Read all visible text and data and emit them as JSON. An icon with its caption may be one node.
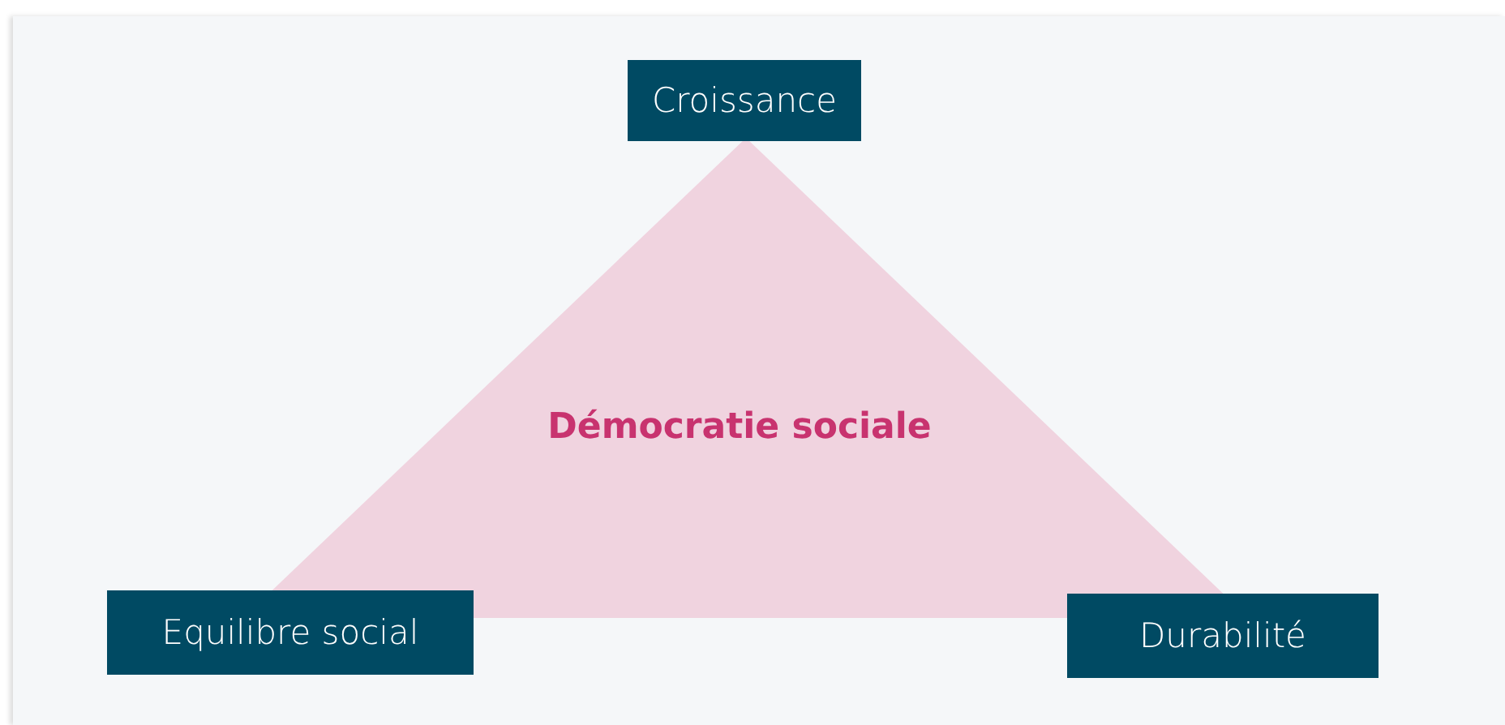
{
  "diagram": {
    "nodes": [
      {
        "text": [
          "Croissance"
        ]
      },
      {
        "text": [
          "Démocratie sociale"
        ]
      },
      {
        "text": [
          "Equilibre social"
        ]
      },
      {
        "text": [
          "Durabilité"
        ]
      }
    ],
    "edges": []
  }
}
